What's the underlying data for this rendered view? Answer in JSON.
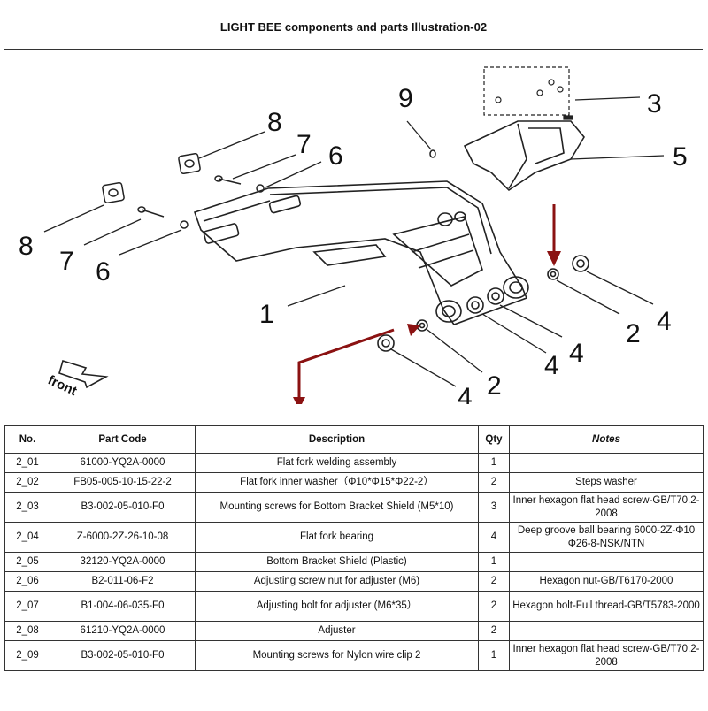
{
  "title": "LIGHT BEE components and parts Illustration-02",
  "illustration": {
    "front_label": "front",
    "callouts": {
      "c1": "1",
      "c2a": "2",
      "c2b": "2",
      "c3": "3",
      "c4a": "4",
      "c4b": "4",
      "c4c": "4",
      "c4d": "4",
      "c5": "5",
      "c6a": "6",
      "c6b": "6",
      "c7a": "7",
      "c7b": "7",
      "c8a": "8",
      "c8b": "8",
      "c9": "9"
    },
    "accent_color": "#8b1212"
  },
  "table": {
    "headers": [
      "No.",
      "Part Code",
      "Description",
      "Qty",
      "Notes"
    ],
    "rows": [
      {
        "no": "2_01",
        "code": "61000-YQ2A-0000",
        "desc": "Flat fork welding assembly",
        "qty": "1",
        "notes": ""
      },
      {
        "no": "2_02",
        "code": "FB05-005-10-15-22-2",
        "desc": "Flat fork inner washer（Φ10*Φ15*Φ22-2）",
        "qty": "2",
        "notes": "Steps washer"
      },
      {
        "no": "2_03",
        "code": "B3-002-05-010-F0",
        "desc": "Mounting screws for Bottom Bracket Shield (M5*10)",
        "qty": "3",
        "notes": "Inner hexagon flat head screw-GB/T70.2-2008"
      },
      {
        "no": "2_04",
        "code": "Z-6000-2Z-26-10-08",
        "desc": "Flat fork bearing",
        "qty": "4",
        "notes": "Deep groove ball bearing 6000-2Z-Φ10 Φ26-8-NSK/NTN"
      },
      {
        "no": "2_05",
        "code": "32120-YQ2A-0000",
        "desc": "Bottom Bracket Shield (Plastic)",
        "qty": "1",
        "notes": ""
      },
      {
        "no": "2_06",
        "code": "B2-011-06-F2",
        "desc": "Adjusting screw nut for adjuster (M6)",
        "qty": "2",
        "notes": "Hexagon nut-GB/T6170-2000"
      },
      {
        "no": "2_07",
        "code": "B1-004-06-035-F0",
        "desc": "Adjusting bolt for adjuster (M6*35）",
        "qty": "2",
        "notes": "Hexagon bolt-Full thread-GB/T5783-2000"
      },
      {
        "no": "2_08",
        "code": "61210-YQ2A-0000",
        "desc": "Adjuster",
        "qty": "2",
        "notes": ""
      },
      {
        "no": "2_09",
        "code": "B3-002-05-010-F0",
        "desc": "Mounting screws for Nylon wire clip 2",
        "qty": "1",
        "notes": "Inner hexagon flat head screw-GB/T70.2-2008"
      }
    ]
  }
}
